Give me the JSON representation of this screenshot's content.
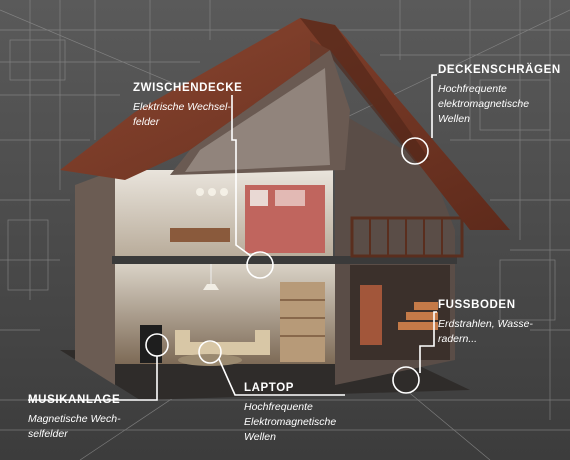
{
  "callouts": {
    "zwischendecke": {
      "title": "ZWISCHENDECKE",
      "desc_lines": [
        "Elektrische Wechsel-",
        "felder"
      ]
    },
    "deckenschraegen": {
      "title": "DECKENSCHRÄGEN",
      "desc_lines": [
        "Hochfrequente",
        "elektromagnetische",
        "Wellen"
      ]
    },
    "fussboden": {
      "title": "FUSSBODEN",
      "desc_lines": [
        "Erdstrahlen, Wasse-",
        "radern..."
      ]
    },
    "musikanlage": {
      "title": "MUSIKANLAGE",
      "desc_lines": [
        "Magnetische Wech-",
        "selfelder"
      ]
    },
    "laptop": {
      "title": "LAPTOP",
      "desc_lines": [
        "Hochfrequente",
        "Elektromagnetische",
        "Wellen"
      ]
    }
  },
  "colors": {
    "background": "#4a4a4a",
    "blueprint_lines": "#8f8f8f",
    "roof": "#7a3a26",
    "wall": "#5a4d47",
    "callout_line": "#ffffff"
  }
}
